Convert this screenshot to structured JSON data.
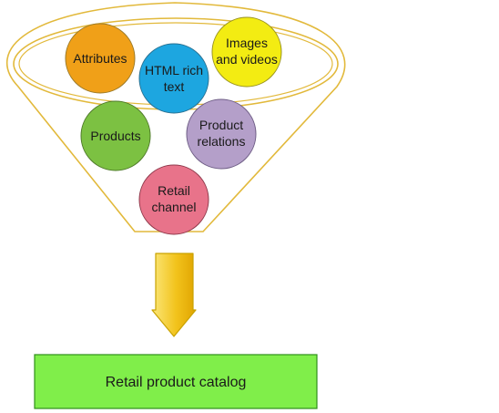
{
  "colors": {
    "funnel_stroke": "#e2b93b",
    "arrow_fill_light": "#fbe77a",
    "arrow_fill_dark": "#e0a400",
    "arrow_stroke": "#c9a200",
    "output_fill": "#80ee4a",
    "output_stroke": "#2f8f1a"
  },
  "inputs": {
    "attributes": {
      "lines": [
        "Attributes"
      ],
      "color": "#f0a018"
    },
    "html_rich_text": {
      "lines": [
        "HTML rich",
        "text"
      ],
      "color": "#1da6e0"
    },
    "images_videos": {
      "lines": [
        "Images",
        "and videos"
      ],
      "color": "#f3ec12"
    },
    "products": {
      "lines": [
        "Products"
      ],
      "color": "#7cc142"
    },
    "product_relations": {
      "lines": [
        "Product",
        "relations"
      ],
      "color": "#b49fc9"
    },
    "retail_channel": {
      "lines": [
        "Retail",
        "channel"
      ],
      "color": "#e8738a"
    }
  },
  "output": {
    "label": "Retail product catalog"
  }
}
